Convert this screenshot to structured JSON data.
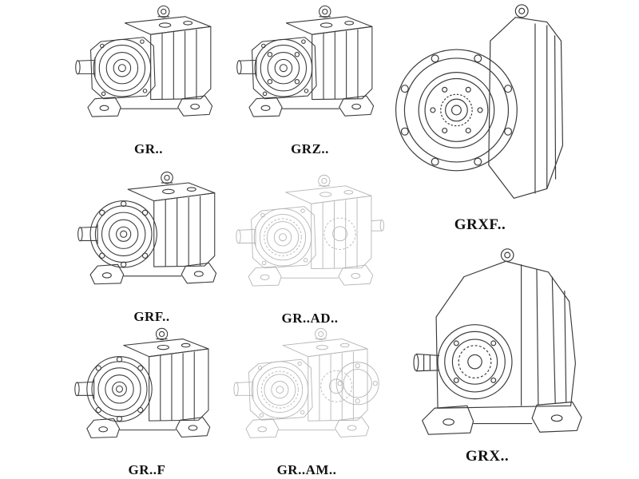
{
  "page": {
    "background": "#ffffff"
  },
  "colors": {
    "line": "#3a3a3a",
    "phantom": "#b5b5b5",
    "label": "#111111"
  },
  "figures": [
    {
      "id": "gr",
      "label": "GR.."
    },
    {
      "id": "grz",
      "label": "GRZ.."
    },
    {
      "id": "grxf",
      "label": "GRXF.."
    },
    {
      "id": "grf",
      "label": "GRF.."
    },
    {
      "id": "grad",
      "label": "GR..AD.."
    },
    {
      "id": "grff",
      "label": "GR..F"
    },
    {
      "id": "gram",
      "label": "GR..AM.."
    },
    {
      "id": "grx",
      "label": "GRX.."
    }
  ]
}
